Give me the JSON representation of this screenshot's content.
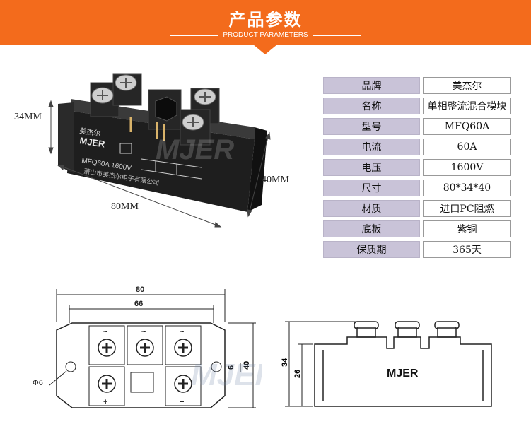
{
  "banner": {
    "title": "产品参数",
    "subtitle": "PRODUCT PARAMETERS"
  },
  "photo": {
    "dim_height": "34MM",
    "dim_width": "80MM",
    "dim_depth": "40MM",
    "label_brand": "MJER",
    "label_logo": "美杰尔",
    "label_model": "MFQ60A  1600V",
    "label_maker": "萧山市美杰尔电子有限公司",
    "watermark": "MJER"
  },
  "specs": [
    {
      "key": "品牌",
      "value": "美杰尔"
    },
    {
      "key": "名称",
      "value": "单相整流混合模块"
    },
    {
      "key": "型号",
      "value": "MFQ60A"
    },
    {
      "key": "电流",
      "value": "60A"
    },
    {
      "key": "电压",
      "value": "1600V"
    },
    {
      "key": "尺寸",
      "value": "80*34*40"
    },
    {
      "key": "材质",
      "value": "进口PC阻燃"
    },
    {
      "key": "底板",
      "value": "紫铜"
    },
    {
      "key": "保质期",
      "value": "365天"
    }
  ],
  "drawing_top": {
    "dim_80": "80",
    "dim_66": "66",
    "dim_40": "40",
    "dim_6": "6",
    "hole": "Φ6",
    "sym_ac1": "~",
    "sym_ac2": "~",
    "sym_ac3": "~",
    "sym_plus": "+",
    "sym_minus": "−",
    "watermark": "MJER"
  },
  "drawing_side": {
    "dim_34": "34",
    "dim_26": "26",
    "label": "MJER"
  }
}
